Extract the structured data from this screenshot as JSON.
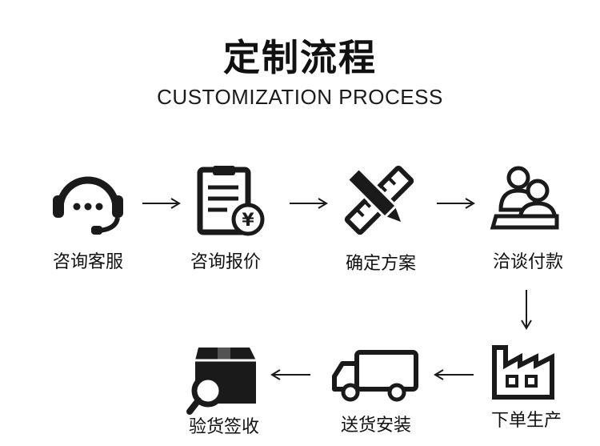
{
  "header": {
    "title": "定制流程",
    "subtitle": "CUSTOMIZATION PROCESS"
  },
  "steps": [
    {
      "label": "咨询客服",
      "icon": "headset-icon"
    },
    {
      "label": "咨询报价",
      "icon": "quote-clipboard-icon"
    },
    {
      "label": "确定方案",
      "icon": "pencil-ruler-icon"
    },
    {
      "label": "洽谈付款",
      "icon": "meeting-people-icon"
    },
    {
      "label": "下单生产",
      "icon": "factory-icon"
    },
    {
      "label": "送货安装",
      "icon": "delivery-truck-icon"
    },
    {
      "label": "验货签收",
      "icon": "inspect-box-icon"
    }
  ],
  "colors": {
    "ink": "#1a1a1a",
    "background": "#ffffff"
  }
}
